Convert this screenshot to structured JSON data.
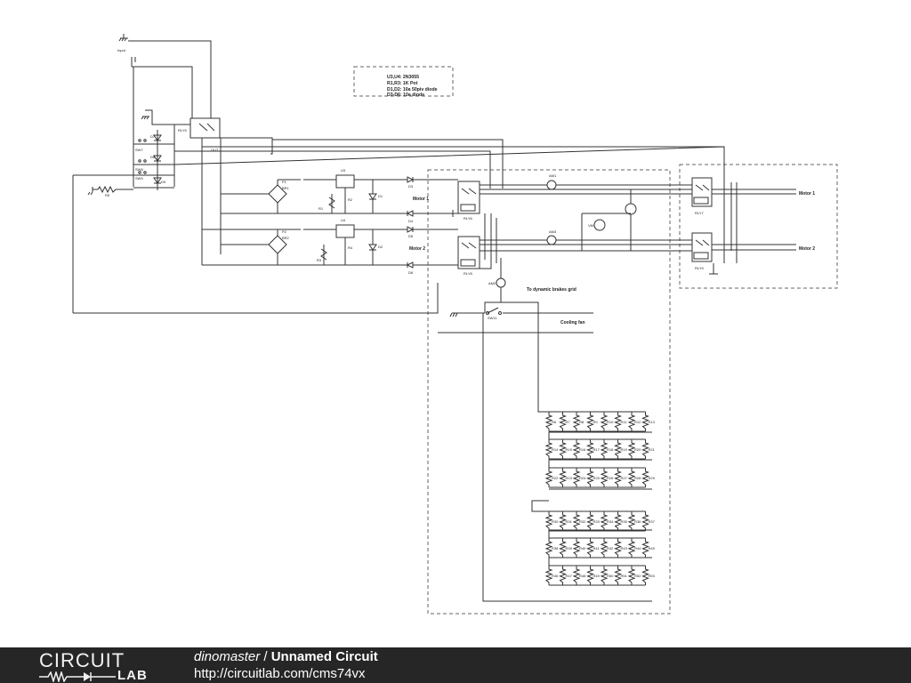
{
  "schematic": {
    "note_lines": [
      "U3,U4: 2N3055",
      "R1,R3: 1K Pot",
      "D1,D2: 10a 50piv diode",
      "D3-D6: 10a diode"
    ],
    "labels": {
      "input": "Input",
      "motor1_left": "Motor 1",
      "motor2_left": "Motor 2",
      "motor1_right": "Motor 1",
      "motor2_right": "Motor 2",
      "brakes": "To dynamic brakes grid",
      "fan": "Cooling fan",
      "u3": "U3",
      "u4": "U4",
      "r1": "R1",
      "r2": "R2",
      "r3": "R3",
      "r4": "R4",
      "d1": "D1",
      "d2": "D2",
      "d3": "D3",
      "d4": "D4",
      "d5": "D5",
      "d6": "D6",
      "am1": "AM1",
      "am2": "AM2",
      "am3": "AM3",
      "vm1": "VM1",
      "relay_mid": "RLY6",
      "switch_ctrl": "SW11",
      "r5": "R5"
    },
    "resistor_rows": [
      [
        "R6",
        "R7",
        "R8",
        "R9",
        "R10",
        "R11",
        "R12",
        "R13"
      ],
      [
        "R14",
        "R15",
        "R16",
        "R17",
        "R18",
        "R19",
        "R20",
        "R21"
      ],
      [
        "R22",
        "R23",
        "R24",
        "R25",
        "R26",
        "R27",
        "R28",
        "R29"
      ],
      [
        "R30",
        "R31",
        "R32",
        "R33",
        "R34",
        "R35",
        "R36",
        "R37"
      ],
      [
        "R38",
        "R39",
        "R40",
        "R41",
        "R42",
        "R43",
        "R44",
        "R45"
      ],
      [
        "R46",
        "R47",
        "R48",
        "R49",
        "R50",
        "R51",
        "R52",
        "R53"
      ]
    ]
  },
  "footer": {
    "logo_top": "CIRCUIT",
    "logo_bottom": "LAB",
    "author": "dinomaster",
    "separator": " / ",
    "title": "Unnamed Circuit",
    "url": "http://circuitlab.com/cms74vx"
  },
  "colors": {
    "footer_bg": "#262626",
    "wire": "#333333",
    "text": "#222222",
    "background": "#ffffff"
  }
}
